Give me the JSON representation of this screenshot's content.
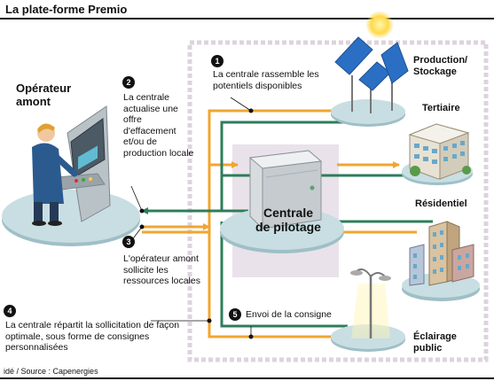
{
  "header": {
    "title": "La plate-forme Premio"
  },
  "operator": {
    "label": "Opérateur amont"
  },
  "steps": [
    {
      "number": "1",
      "text": "La centrale rassemble les potentiels disponibles"
    },
    {
      "number": "2",
      "text": "La centrale actualise une offre d'effacement et/ou de production locale"
    },
    {
      "number": "3",
      "text": "L'opérateur amont sollicite les ressources locales"
    },
    {
      "number": "4",
      "text": "La centrale répartit la sollicitation de façon optimale, sous forme de consignes personnalisées"
    },
    {
      "number": "5",
      "text": "Envoi de la consigne"
    }
  ],
  "center": {
    "line1": "Centrale",
    "line2": "de pilotage"
  },
  "nodes": [
    {
      "label": "Production/ Stockage"
    },
    {
      "label": "Tertiaire"
    },
    {
      "label": "Résidentiel"
    },
    {
      "label": "Éclairage public"
    }
  ],
  "source": "idé / Source : Capenergies",
  "colors": {
    "orange": "#f0a630",
    "green": "#2e7d5b",
    "disc": "#c8dee2",
    "zone": "#e9e2ea"
  }
}
